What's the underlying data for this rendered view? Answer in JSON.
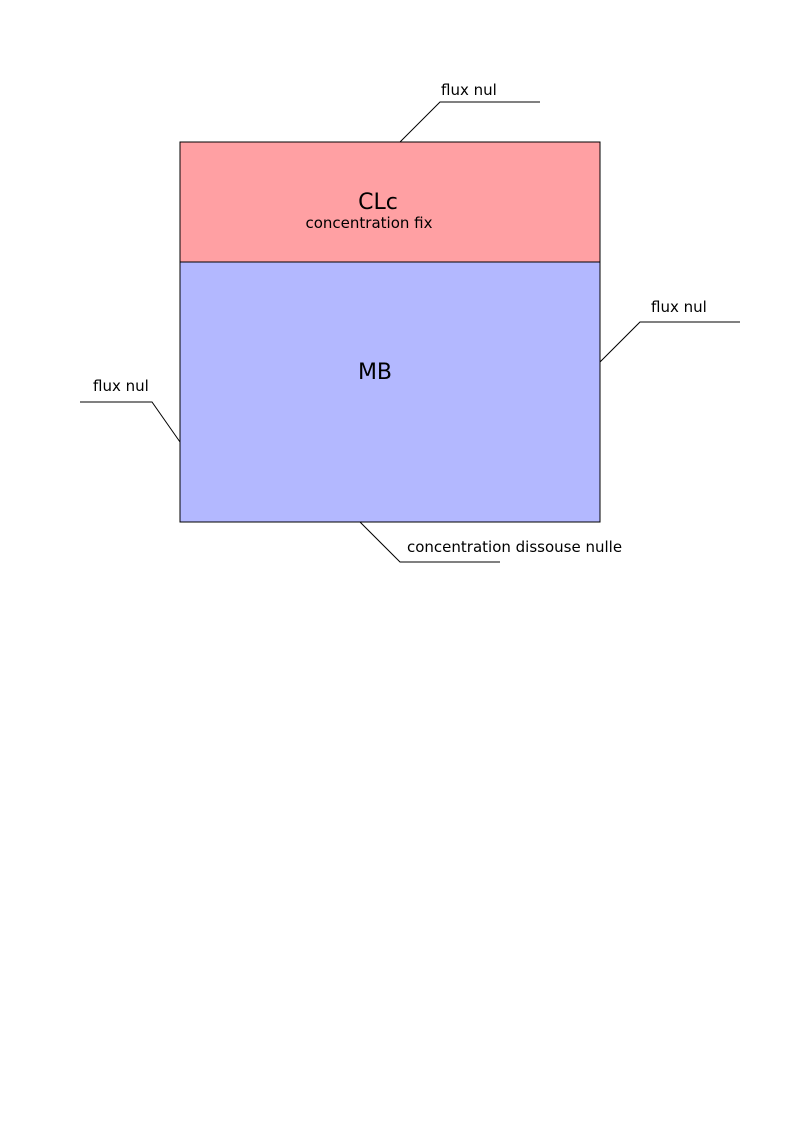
{
  "colors": {
    "clc_fill": "#ffa0a3",
    "mb_fill": "#b3b8ff",
    "border": "#000000"
  },
  "regions": {
    "clc": {
      "title": "CLc",
      "subtitle": "concentration fix"
    },
    "mb": {
      "title": "MB"
    }
  },
  "callouts": {
    "top": "flux nul",
    "right": "flux nul",
    "left": "flux nul",
    "bottom": "concentration dissouse nulle"
  }
}
